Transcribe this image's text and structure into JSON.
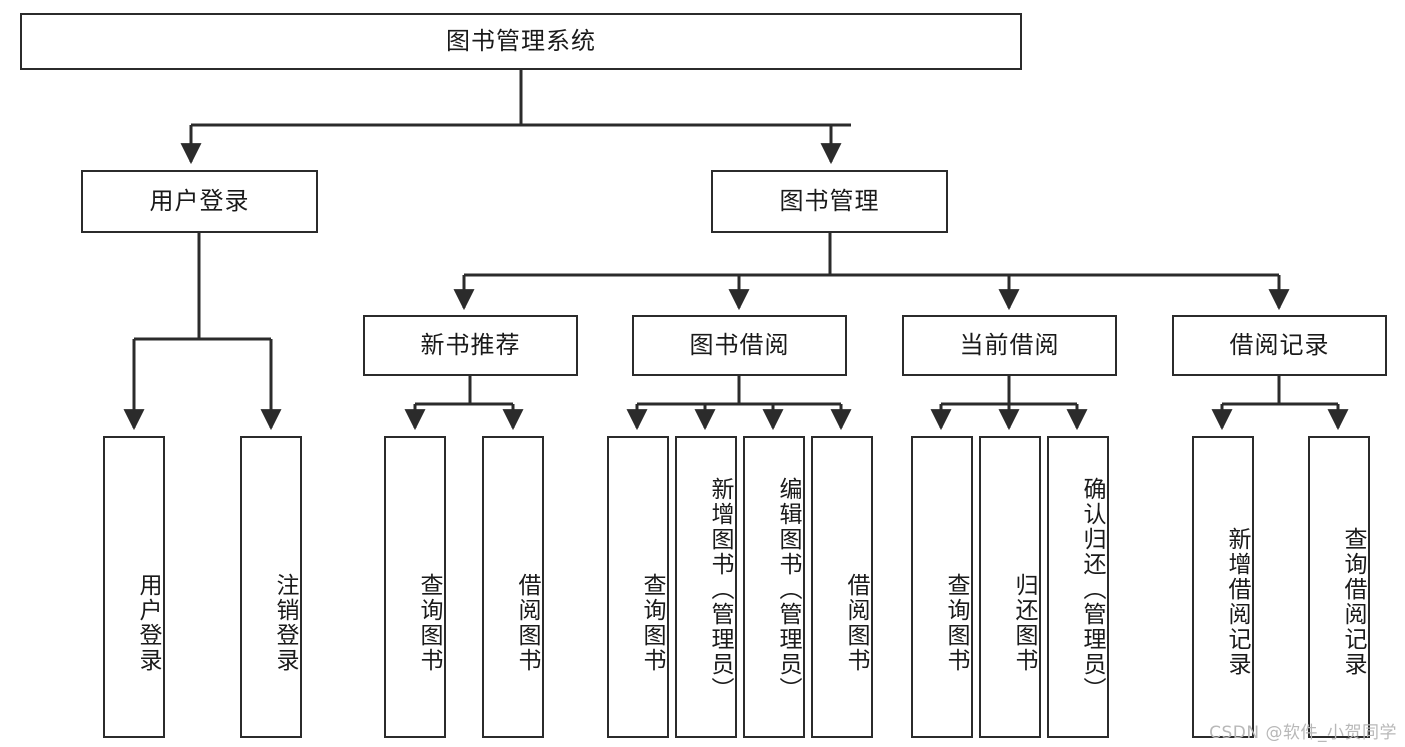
{
  "diagram": {
    "title": "图书管理系统",
    "type": "tree-hierarchy",
    "root": {
      "id": "root",
      "label": "图书管理系统"
    },
    "level2": [
      {
        "id": "user-login",
        "label": "用户登录"
      },
      {
        "id": "book-manage",
        "label": "图书管理"
      }
    ],
    "level3": [
      {
        "id": "new-book-rec",
        "label": "新书推荐",
        "parent": "book-manage"
      },
      {
        "id": "book-borrow",
        "label": "图书借阅",
        "parent": "book-manage"
      },
      {
        "id": "current-borrow",
        "label": "当前借阅",
        "parent": "book-manage"
      },
      {
        "id": "borrow-record",
        "label": "借阅记录",
        "parent": "book-manage"
      }
    ],
    "leaves": [
      {
        "id": "leaf-user-login",
        "label": "用户登录",
        "parent": "user-login"
      },
      {
        "id": "leaf-logout",
        "label": "注销登录",
        "parent": "user-login"
      },
      {
        "id": "leaf-query-book-1",
        "label": "查询图书",
        "parent": "new-book-rec"
      },
      {
        "id": "leaf-borrow-book-1",
        "label": "借阅图书",
        "parent": "new-book-rec"
      },
      {
        "id": "leaf-query-book-2",
        "label": "查询图书",
        "parent": "book-borrow"
      },
      {
        "id": "leaf-add-book",
        "label": "新增图书（管理员）",
        "parent": "book-borrow"
      },
      {
        "id": "leaf-edit-book",
        "label": "编辑图书（管理员）",
        "parent": "book-borrow"
      },
      {
        "id": "leaf-borrow-book-2",
        "label": "借阅图书",
        "parent": "book-borrow"
      },
      {
        "id": "leaf-query-book-3",
        "label": "查询图书",
        "parent": "current-borrow"
      },
      {
        "id": "leaf-return-book",
        "label": "归还图书",
        "parent": "current-borrow"
      },
      {
        "id": "leaf-confirm-return",
        "label": "确认归还（管理员）",
        "parent": "current-borrow"
      },
      {
        "id": "leaf-add-record",
        "label": "新增借阅记录",
        "parent": "borrow-record"
      },
      {
        "id": "leaf-query-record",
        "label": "查询借阅记录",
        "parent": "borrow-record"
      }
    ]
  },
  "watermark": {
    "text": "CSDN @软件_小贺同学"
  },
  "colors": {
    "stroke": "#2b2b2b",
    "background": "#ffffff",
    "text": "#1a1a1a",
    "watermark": "#b8b8b8"
  }
}
